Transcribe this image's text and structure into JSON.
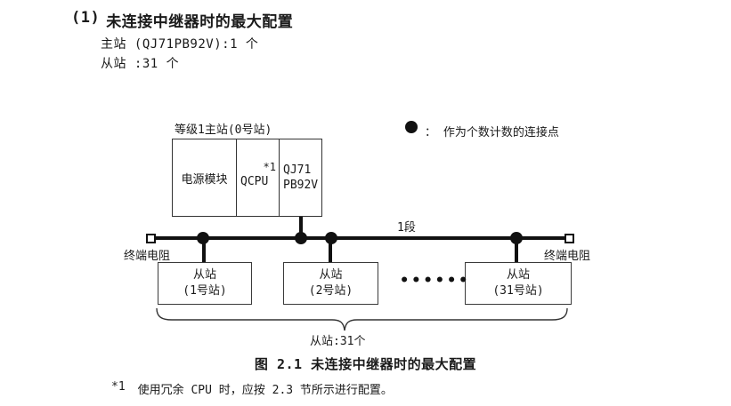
{
  "header": {
    "number": "(1)",
    "title": "未连接中继器时的最大配置",
    "master_line": "主站 (QJ71PB92V):1 个",
    "slave_line": "从站 :31 个"
  },
  "diagram": {
    "master": {
      "label": "等级1主站(0号站)",
      "cells": [
        {
          "text": "电源模块"
        },
        {
          "text": "QCPU",
          "note": "*1"
        },
        {
          "line1": "QJ71",
          "line2": "PB92V"
        }
      ]
    },
    "legend": {
      "icon": "connection-point-dot",
      "text": "： 作为个数计数的连接点"
    },
    "segment_label": "1段",
    "terminator_left": "终端电阻",
    "terminator_right": "终端电阻",
    "slaves": [
      {
        "name": "从站",
        "station": "(1号站)"
      },
      {
        "name": "从站",
        "station": "(2号站)"
      },
      {
        "name": "从站",
        "station": "(31号站)"
      }
    ],
    "ellipsis": "••••••",
    "brace_label": "从站:31个"
  },
  "caption": "图 2.1 未连接中继器时的最大配置",
  "footnote": {
    "marker": "*1",
    "text": "使用冗余 CPU 时，应按 2.3 节所示进行配置。"
  },
  "colors": {
    "ink": "#1a1a1a",
    "line": "#111111",
    "box_border": "#3a3a3a"
  }
}
